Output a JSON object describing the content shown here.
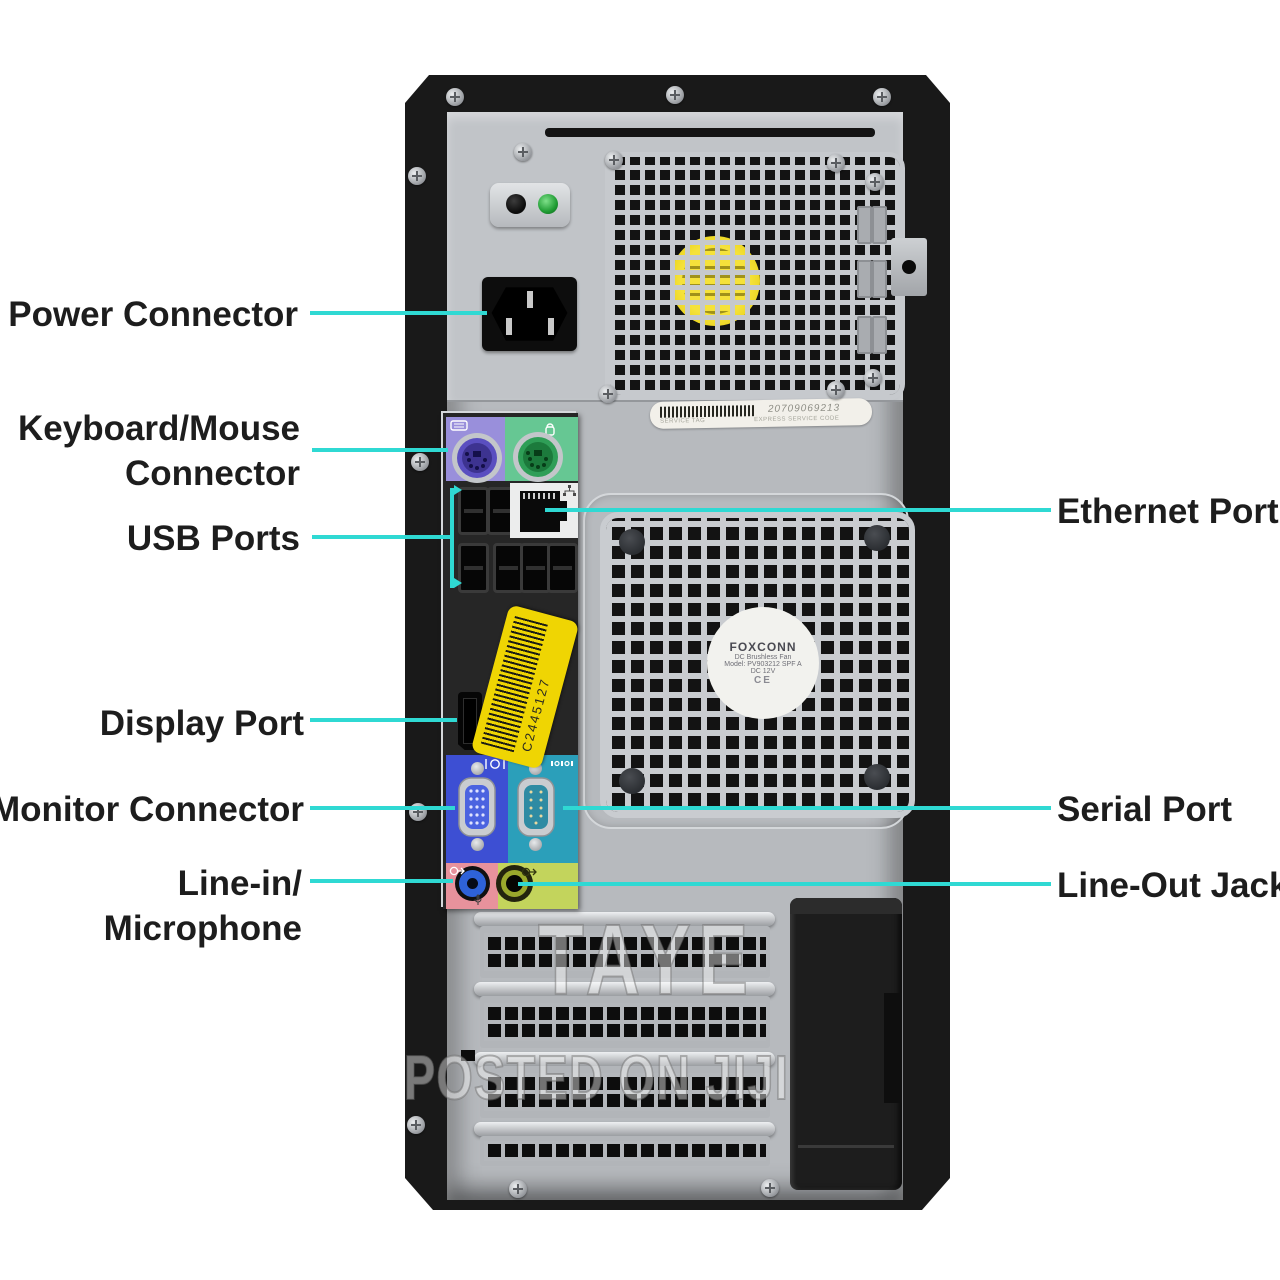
{
  "callouts": {
    "left": [
      {
        "id": "power",
        "text": "Power Connector"
      },
      {
        "id": "keyboard-mouse",
        "text": "Keyboard/Mouse",
        "text2": "Connector"
      },
      {
        "id": "usb",
        "text": "USB Ports"
      },
      {
        "id": "display-port",
        "text": "Display Port"
      },
      {
        "id": "monitor",
        "text": "Monitor Connector"
      },
      {
        "id": "line-in",
        "text": "Line-in/",
        "text2": "Microphone"
      }
    ],
    "right": [
      {
        "id": "ethernet",
        "text": "Ethernet Port"
      },
      {
        "id": "serial",
        "text": "Serial Port"
      },
      {
        "id": "line-out",
        "text": "Line-Out Jack"
      }
    ]
  },
  "stickers": {
    "service_tag": {
      "number": "20709069213",
      "caption_left": "SERVICE TAG",
      "caption_right": "EXPRESS SERVICE CODE"
    },
    "asset_tag": {
      "code": "C2445127"
    },
    "fan_label": {
      "brand": "FOXCONN",
      "line1": "DC Brushless Fan",
      "line2": "Model: PV903212 SPF A",
      "line3": "DC 12V",
      "cert": "CE"
    }
  },
  "watermark": {
    "line1": "TAYE",
    "line2": "POSTED ON JIJI"
  },
  "colors": {
    "callout_line": "#2fd9d3",
    "ps2_keyboard_block": "#998fdb",
    "ps2_mouse_block": "#66c793",
    "vga_block": "#3d4fd3",
    "serial_block": "#2b9fba",
    "line_in_block": "#e8929c",
    "line_out_block": "#c3d45c",
    "asset_sticker": "#efd503",
    "chassis_silver": "#b7babe",
    "case_black": "#191919"
  }
}
